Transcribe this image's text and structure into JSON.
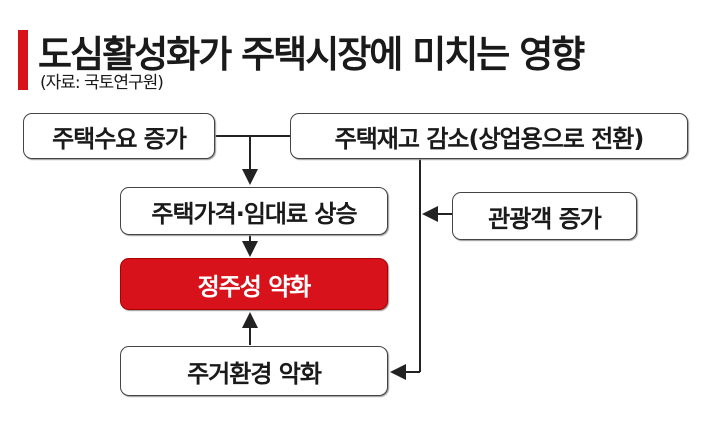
{
  "header": {
    "title": "도심활성화가 주택시장에 미치는 영향",
    "source": "(자료: 국토연구원)"
  },
  "nodes": {
    "demand": "주택수요 증가",
    "stock": "주택재고 감소(상업용으로 전환)",
    "price": "주택가격·임대료 상승",
    "tourists": "관광객 증가",
    "result": "정주성 약화",
    "environment": "주거환경 악화"
  },
  "colors": {
    "accent": "#d7121b"
  }
}
